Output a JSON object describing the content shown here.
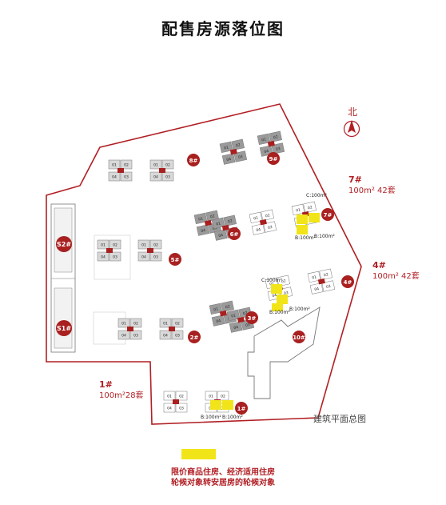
{
  "title": "配售房源落位图",
  "north_label": "北",
  "plan_caption": "建筑平面总图",
  "colors": {
    "boundary": "#b11f24",
    "badge": "#a8201f",
    "highlight": "#f1e51a",
    "gray_unit": "#9a9a9a",
    "light_unit": "#d9d9d9"
  },
  "buildings": [
    {
      "id": "b1",
      "badge": "1#",
      "callout_label": "1#",
      "callout_value": "100m²28套",
      "sub_labels": [
        "B:100m²",
        "B:100m²"
      ]
    },
    {
      "id": "b2",
      "badge": "2#"
    },
    {
      "id": "b3",
      "badge": "3#"
    },
    {
      "id": "b4",
      "badge": "4#",
      "callout_label": "4#",
      "callout_value": "100m² 42套",
      "sub_labels": [
        "C:100m²",
        "B:100m²",
        "B:100m²"
      ]
    },
    {
      "id": "b5",
      "badge": "5#"
    },
    {
      "id": "b6",
      "badge": "6#"
    },
    {
      "id": "b7",
      "badge": "7#",
      "callout_label": "7#",
      "callout_value": "100m² 42套",
      "sub_labels": [
        "C:100m²",
        "B:100m²",
        "B:100m²"
      ]
    },
    {
      "id": "b8",
      "badge": "8#"
    },
    {
      "id": "b9",
      "badge": "9#"
    },
    {
      "id": "b10",
      "badge": "10#"
    },
    {
      "id": "s1",
      "badge": "S1#"
    },
    {
      "id": "s2",
      "badge": "S2#"
    }
  ],
  "unit_numbers": [
    "01",
    "02",
    "03",
    "04"
  ],
  "legend": {
    "line1": "限价商品住房、经济适用住房",
    "line2": "轮候对象转安居房的轮候对象"
  }
}
